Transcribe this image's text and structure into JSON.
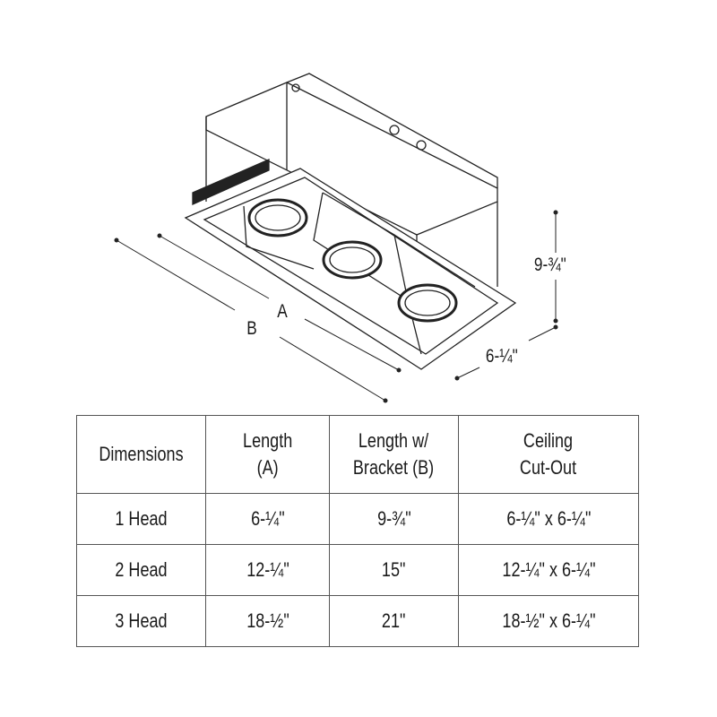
{
  "diagram": {
    "labels": {
      "a": "A",
      "b": "B",
      "height": "9-¾\"",
      "width": "6-¼\""
    }
  },
  "table": {
    "headers": [
      "Dimensions",
      "Length\n(A)",
      "Length w/\nBracket (B)",
      "Ceiling\nCut-Out"
    ],
    "rows": [
      [
        "1 Head",
        "6-¼\"",
        "9-¾\"",
        "6-¼\" x 6-¼\""
      ],
      [
        "2 Head",
        "12-¼\"",
        "15\"",
        "12-¼\" x 6-¼\""
      ],
      [
        "3 Head",
        "18-½\"",
        "21\"",
        "18-½\" x 6-¼\""
      ]
    ]
  }
}
